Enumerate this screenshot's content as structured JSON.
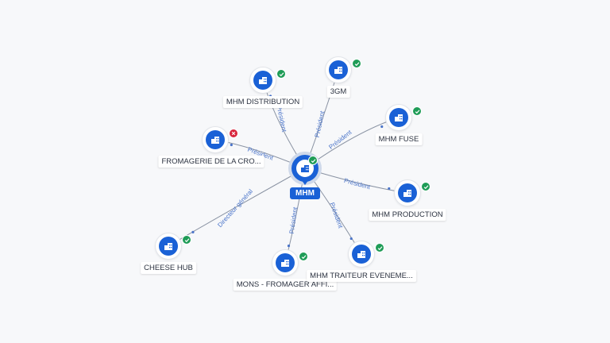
{
  "center": {
    "label": "MHM",
    "status": "ok",
    "icon": "building-icon"
  },
  "nodes": [
    {
      "id": "n1",
      "label": "MHM DISTRIBUTION",
      "status": "ok"
    },
    {
      "id": "n2",
      "label": "3GM",
      "status": "ok"
    },
    {
      "id": "n3",
      "label": "MHM FUSE",
      "status": "ok"
    },
    {
      "id": "n4",
      "label": "FROMAGERIE DE LA CRO...",
      "status": "ko"
    },
    {
      "id": "n5",
      "label": "MHM PRODUCTION",
      "status": "ok"
    },
    {
      "id": "n6",
      "label": "CHEESE HUB",
      "status": "ok"
    },
    {
      "id": "n7",
      "label": "MONS - FROMAGER AFFI...",
      "status": "ok"
    },
    {
      "id": "n8",
      "label": "MHM TRAITEUR EVENEME...",
      "status": "ok"
    }
  ],
  "edges": [
    {
      "to": "n1",
      "label": "Président"
    },
    {
      "to": "n2",
      "label": "Président"
    },
    {
      "to": "n3",
      "label": "Président"
    },
    {
      "to": "n4",
      "label": "Président"
    },
    {
      "to": "n5",
      "label": "Président"
    },
    {
      "to": "n6",
      "label": "Directeur général"
    },
    {
      "to": "n7",
      "label": "Président"
    },
    {
      "to": "n8",
      "label": "Président"
    }
  ],
  "colors": {
    "accent": "#1a61d6",
    "ok": "#1f9c57",
    "ko": "#d8263c",
    "edge_label": "#4a74c9"
  }
}
